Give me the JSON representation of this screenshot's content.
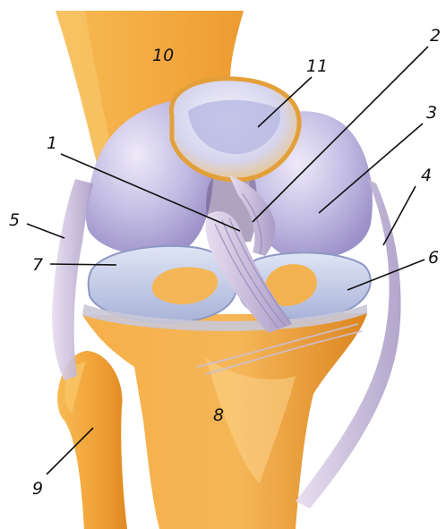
{
  "colors": {
    "bone": "#f2a43a",
    "bone_light": "#f8c66a",
    "bone_dark": "#d9821c",
    "cartilage": "#b9b3de",
    "cartilage_light": "#e7e6f7",
    "ligament": "#cbb6d6",
    "meniscus": "#c9d2ec",
    "leader_line": "#111111"
  },
  "labels": {
    "l1": "1",
    "l2": "2",
    "l3": "3",
    "l4": "4",
    "l5": "5",
    "l6": "6",
    "l7": "7",
    "l8": "8",
    "l9": "9",
    "l10": "10",
    "l11": "11"
  }
}
